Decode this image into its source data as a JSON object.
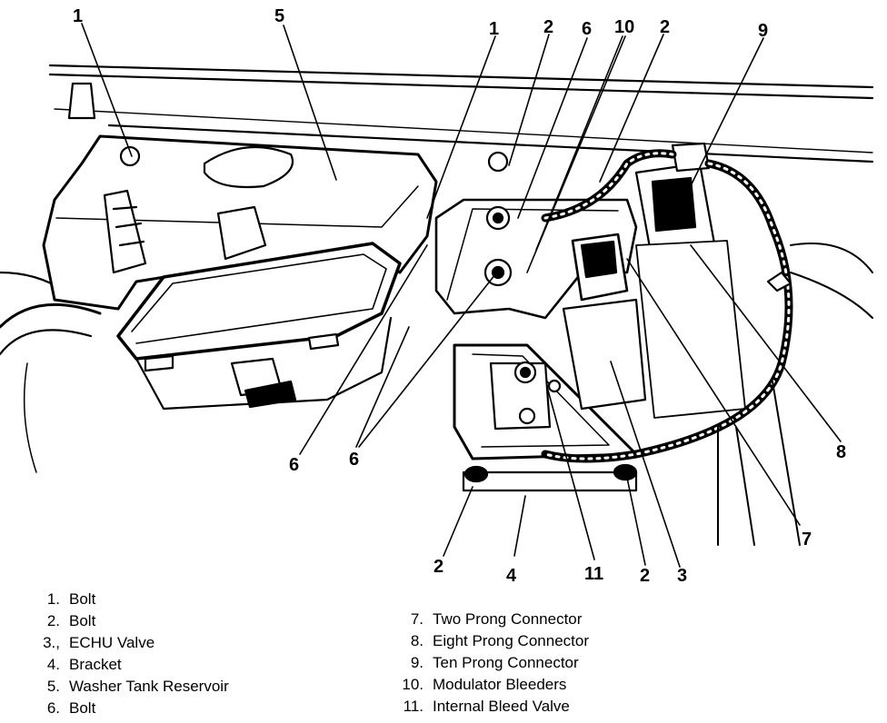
{
  "callouts": {
    "c1_left": "1",
    "c5_top": "5",
    "c1_right": "1",
    "c2_a": "2",
    "c6_top": "6",
    "c10": "10",
    "c2_b": "2",
    "c9": "9",
    "c6_lower_left": "6",
    "c6_lower_mid": "6",
    "c8": "8",
    "c7": "7",
    "c2_bottom_left": "2",
    "c4": "4",
    "c11": "11",
    "c2_bottom_right": "2",
    "c3": "3"
  },
  "legend": {
    "left": [
      {
        "num": "1.",
        "label": "Bolt"
      },
      {
        "num": "2.",
        "label": "Bolt"
      },
      {
        "num": "3.,",
        "label": "ECHU Valve"
      },
      {
        "num": "4.",
        "label": "Bracket"
      },
      {
        "num": "5.",
        "label": "Washer Tank Reservoir"
      },
      {
        "num": "6.",
        "label": "Bolt"
      }
    ],
    "right": [
      {
        "num": "7.",
        "label": "Two Prong Connector"
      },
      {
        "num": "8.",
        "label": "Eight Prong Connector"
      },
      {
        "num": "9.",
        "label": "Ten Prong Connector"
      },
      {
        "num": "10.",
        "label": "Modulator Bleeders"
      },
      {
        "num": "11.",
        "label": "Internal Bleed Valve"
      }
    ]
  }
}
